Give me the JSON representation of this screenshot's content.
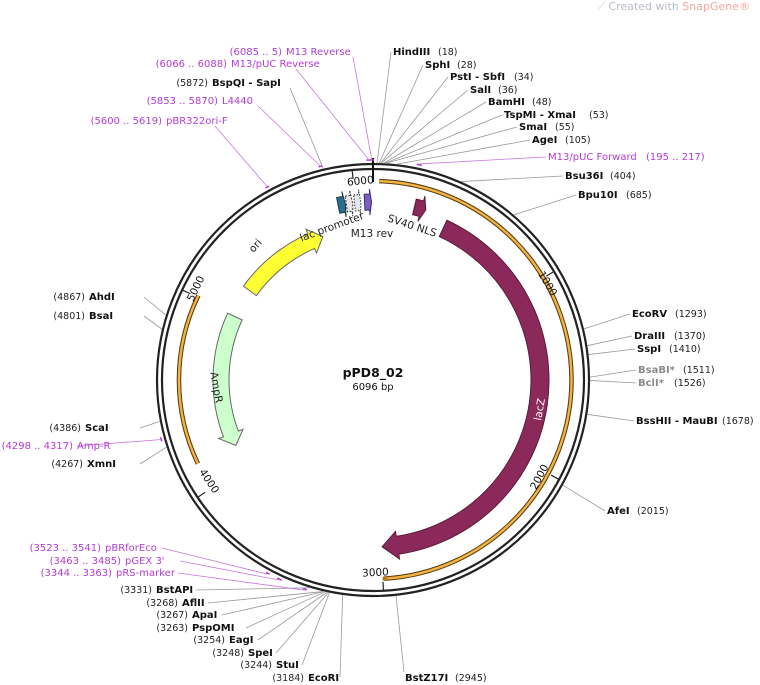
{
  "watermark": {
    "prefix": "Created with ",
    "brand": "SnapGene®"
  },
  "plasmid": {
    "name": "pPD8_02",
    "length_label": "6096 bp",
    "length": 6096
  },
  "ticks": [
    {
      "pos": 1000,
      "label": "1000"
    },
    {
      "pos": 2000,
      "label": "2000"
    },
    {
      "pos": 3000,
      "label": "3000"
    },
    {
      "pos": 4000,
      "label": "4000"
    },
    {
      "pos": 5000,
      "label": "5000"
    },
    {
      "pos": 6000,
      "label": "6000"
    }
  ],
  "features": [
    {
      "id": "lacz",
      "label": "lacZ",
      "start": 420,
      "end": 3000,
      "dir": 1,
      "color": "#8b2a5a"
    },
    {
      "id": "sv40",
      "label": "SV40 NLS",
      "start": 230,
      "end": 290,
      "dir": 1,
      "color": "#8b2a5a"
    },
    {
      "id": "ori",
      "label": "ori",
      "start": 5180,
      "end": 5750,
      "dir": 1,
      "color": "#ffff33"
    },
    {
      "id": "ampr",
      "label": "AmpR",
      "start": 4150,
      "end": 4990,
      "dir": -1,
      "color": "#ccffcc"
    },
    {
      "id": "lacpromoter",
      "label": "lac promoter",
      "start": 5920,
      "end": 5980,
      "dir": 1,
      "color": "#2a6e8e"
    },
    {
      "id": "m13rev",
      "label": "M13 rev",
      "start": 6060,
      "end": 6085,
      "dir": 1,
      "color": "#7a5fc0"
    }
  ],
  "enzymes_right": [
    {
      "name": "HindIII",
      "pos": "(18)"
    },
    {
      "name": "SphI",
      "pos": "(28)"
    },
    {
      "name": "PstI - SbfI",
      "pos": "(34)"
    },
    {
      "name": "SalI",
      "pos": "(36)"
    },
    {
      "name": "BamHI",
      "pos": "(48)"
    },
    {
      "name": "TspMI - XmaI",
      "pos": "(53)"
    },
    {
      "name": "SmaI",
      "pos": "(55)"
    },
    {
      "name": "AgeI",
      "pos": "(105)"
    },
    {
      "name": "Bsu36I",
      "pos": "(404)"
    },
    {
      "name": "Bpu10I",
      "pos": "(685)"
    },
    {
      "name": "EcoRV",
      "pos": "(1293)"
    },
    {
      "name": "DraIII",
      "pos": "(1370)"
    },
    {
      "name": "SspI",
      "pos": "(1410)"
    },
    {
      "name": "BsaBI*",
      "pos": "(1511)"
    },
    {
      "name": "BclI*",
      "pos": "(1526)"
    },
    {
      "name": "BssHII - MauBI",
      "pos": "(1678)"
    },
    {
      "name": "AfeI",
      "pos": "(2015)"
    },
    {
      "name": "BstZ17I",
      "pos": "(2945)"
    }
  ],
  "enzymes_left": [
    {
      "name": "BspQI - SapI",
      "pos": "(5872)"
    },
    {
      "name": "AhdI",
      "pos": "(4867)"
    },
    {
      "name": "BsaI",
      "pos": "(4801)"
    },
    {
      "name": "ScaI",
      "pos": "(4386)"
    },
    {
      "name": "XmnI",
      "pos": "(4267)"
    },
    {
      "name": "BstAPI",
      "pos": "(3331)"
    },
    {
      "name": "AflII",
      "pos": "(3268)"
    },
    {
      "name": "ApaI",
      "pos": "(3267)"
    },
    {
      "name": "PspOMI",
      "pos": "(3263)"
    },
    {
      "name": "EagI",
      "pos": "(3254)"
    },
    {
      "name": "SpeI",
      "pos": "(3248)"
    },
    {
      "name": "StuI",
      "pos": "(3244)"
    },
    {
      "name": "EcoRI",
      "pos": "(3184)"
    }
  ],
  "primers": [
    {
      "range": "(6085 .. 5)",
      "name": "M13 Reverse"
    },
    {
      "range": "(6066 .. 6088)",
      "name": "M13/pUC Reverse"
    },
    {
      "range": "(5853 .. 5870)",
      "name": "L4440"
    },
    {
      "range": "(5600 .. 5619)",
      "name": "pBR322ori-F"
    },
    {
      "range": "(195 .. 217)",
      "name": "M13/pUC Forward"
    },
    {
      "range": "(4298 .. 4317)",
      "name": "Amp-R"
    },
    {
      "range": "(3523 .. 3541)",
      "name": "pBRforEco"
    },
    {
      "range": "(3463 .. 3485)",
      "name": "pGEX 3'"
    },
    {
      "range": "(3344 .. 3363)",
      "name": "pRS-marker"
    }
  ]
}
